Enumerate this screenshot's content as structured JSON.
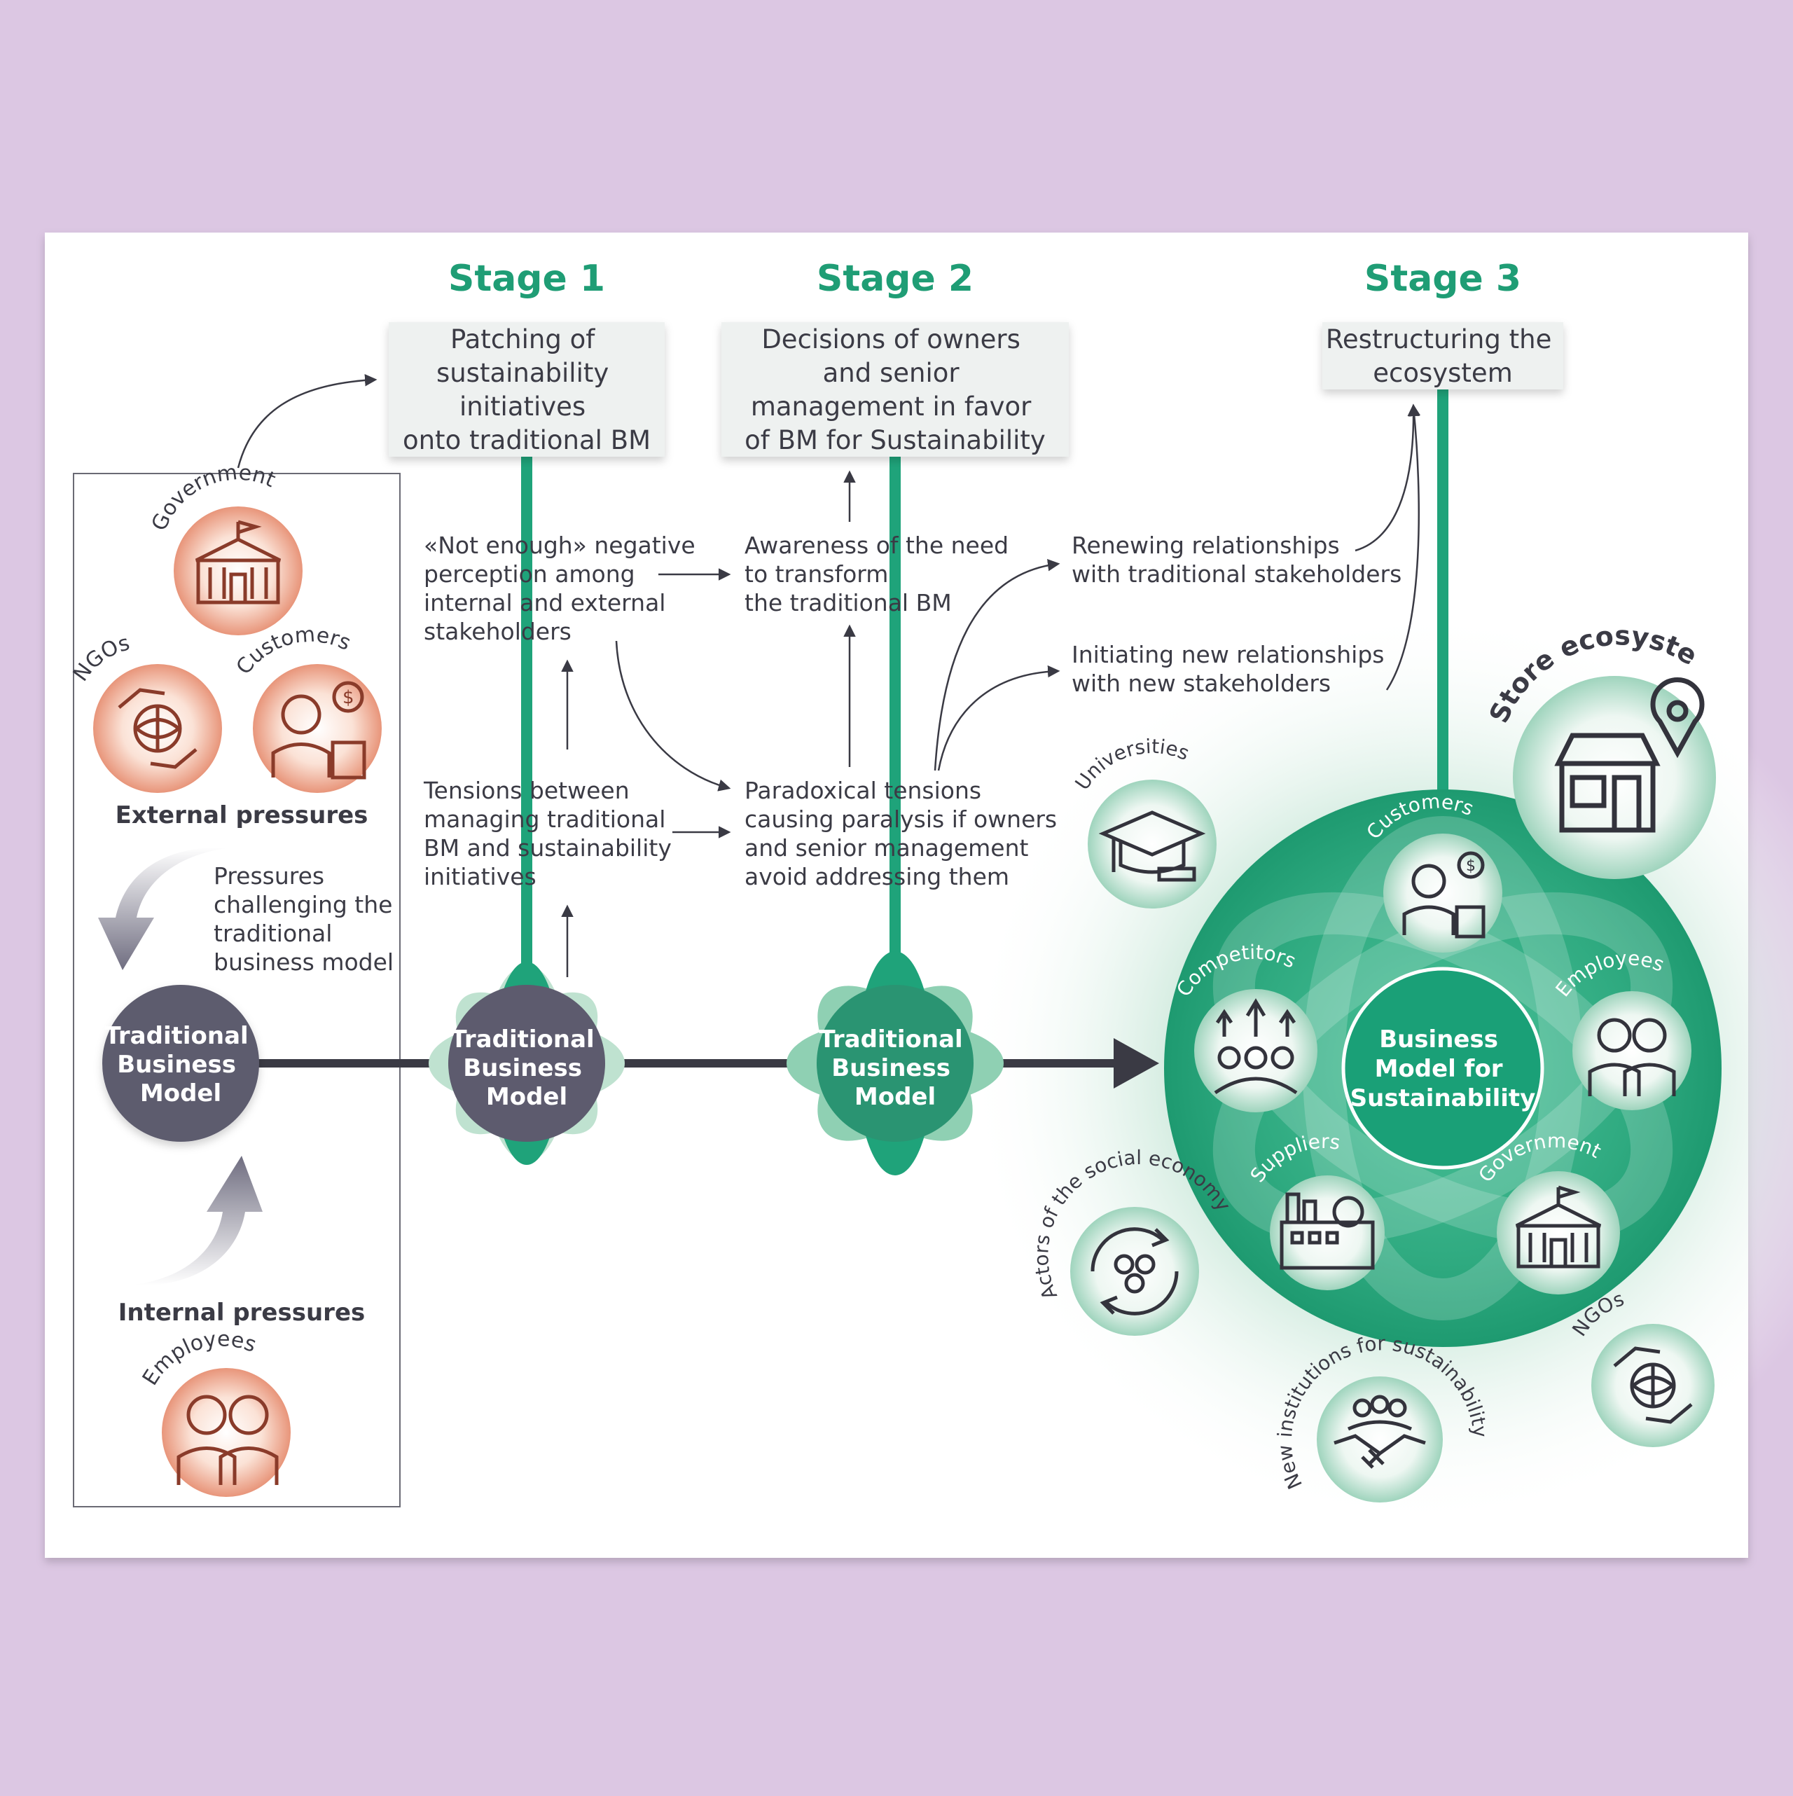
{
  "stages": [
    {
      "title": "Stage 1",
      "box": [
        "Patching of",
        "sustainability",
        "initiatives",
        "onto traditional BM"
      ]
    },
    {
      "title": "Stage 2",
      "box": [
        "Decisions of owners",
        "and senior",
        "management in favor",
        "of BM for Sustainability"
      ]
    },
    {
      "title": "Stage 3",
      "box": [
        "Restructuring the",
        "ecosystem"
      ]
    }
  ],
  "left_panel": {
    "external_label": "External pressures",
    "internal_label": "Internal pressures",
    "pressures_text": [
      "Pressures",
      "challenging the",
      "traditional",
      "business model"
    ],
    "icons": {
      "government": "Government",
      "ngos": "NGOs",
      "customers": "Customers",
      "employees": "Employees"
    }
  },
  "nodes": {
    "bm_lines": [
      "Traditional",
      "Business",
      "Model"
    ],
    "bms_lines": [
      "Business",
      "Model for",
      "Sustainability"
    ]
  },
  "stage1_notes": {
    "not_enough": [
      "«Not enough» negative",
      "perception among",
      "internal and external",
      "stakeholders"
    ],
    "tensions": [
      "Tensions between",
      "managing traditional",
      "BM and sustainability",
      "initiatives"
    ]
  },
  "stage2_notes": {
    "awareness": [
      "Awareness of the need",
      "to transform",
      "the traditional BM"
    ],
    "paradoxical": [
      "Paradoxical tensions",
      "causing paralysis if owners",
      "and senior management",
      "avoid addressing them"
    ]
  },
  "stage3_notes": {
    "renewing": [
      "Renewing relationships",
      "with traditional stakeholders"
    ],
    "initiating": [
      "Initiating new relationships",
      "with new stakeholders"
    ]
  },
  "ecosystem": {
    "store": "Store ecosystem",
    "universities": "Universities",
    "customers": "Customers",
    "competitors": "Competitors",
    "employees": "Employees",
    "suppliers": "Suppliers",
    "government": "Government",
    "social_economy": "Actors of the social economy",
    "new_institutions": "New institutions for sustainability",
    "ngos": "NGOs"
  },
  "colors": {
    "green": "#1fa37a",
    "green_dark": "#148c67",
    "slate": "#5d5b6e",
    "orange": "#e59a7f",
    "text": "#3b3b45",
    "stage_title": "#1f9d75"
  }
}
